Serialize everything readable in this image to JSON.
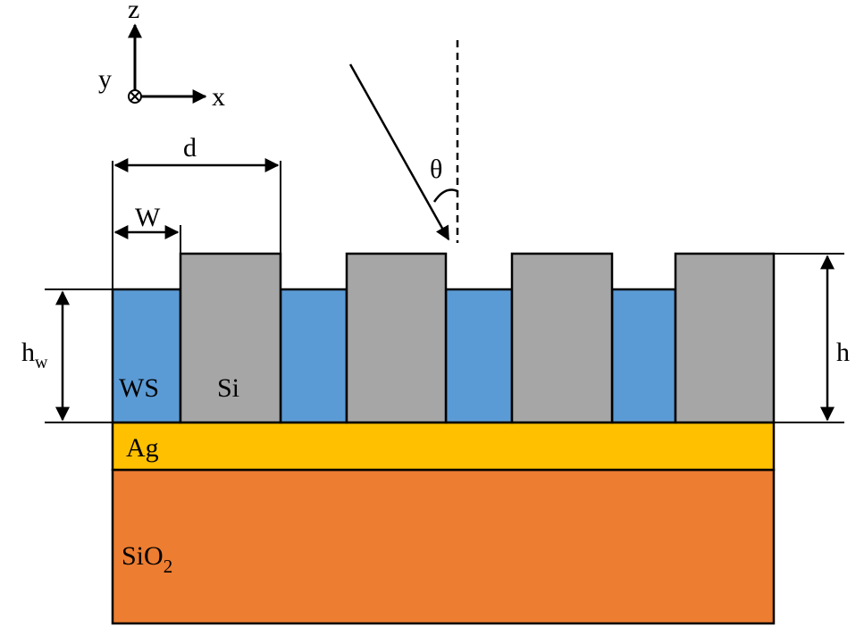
{
  "axes": {
    "z": "z",
    "y": "y",
    "x": "x"
  },
  "labels": {
    "d": "d",
    "w": "W",
    "theta": "θ",
    "hw_main": "h",
    "hw_sub": "w",
    "h": "h",
    "ws": "WS",
    "si": "Si",
    "ag": "Ag",
    "sio2_main": "SiO",
    "sio2_sub": "2"
  },
  "colors": {
    "ws_layer": "#5b9bd5",
    "si_pillar": "#a6a6a6",
    "ag_layer": "#ffc000",
    "sio2_substrate": "#ed7d31",
    "outline": "#000000"
  }
}
